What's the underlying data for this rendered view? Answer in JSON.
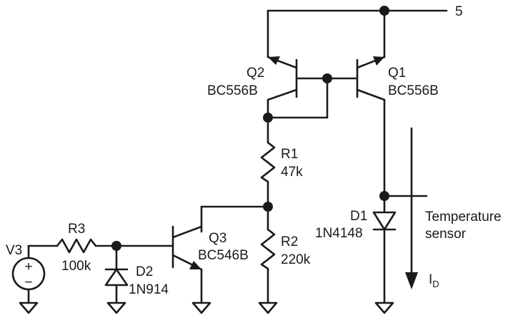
{
  "supply": {
    "net_label": "5"
  },
  "components": {
    "q1": {
      "ref": "Q1",
      "part": "BC556B"
    },
    "q2": {
      "ref": "Q2",
      "part": "BC556B"
    },
    "q3": {
      "ref": "Q3",
      "part": "BC546B"
    },
    "r1": {
      "ref": "R1",
      "value": "47k"
    },
    "r2": {
      "ref": "R2",
      "value": "220k"
    },
    "r3": {
      "ref": "R3",
      "value": "100k"
    },
    "d1": {
      "ref": "D1",
      "part": "1N4148"
    },
    "d2": {
      "ref": "D2",
      "part": "1N914"
    },
    "v3": {
      "ref": "V3",
      "plus": "+",
      "minus": "−"
    }
  },
  "annotations": {
    "sensor_line1": "Temperature",
    "sensor_line2": "sensor",
    "current_main": "I",
    "current_sub": "D"
  }
}
